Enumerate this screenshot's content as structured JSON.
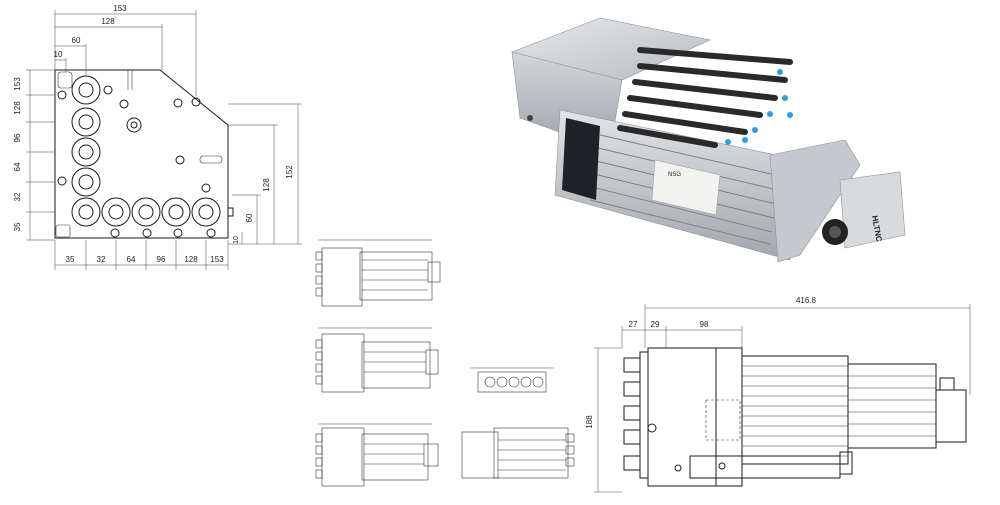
{
  "front_view": {
    "top_dims": [
      "153",
      "128",
      "60",
      "10"
    ],
    "left_dims": [
      "153",
      "128",
      "96",
      "64",
      "32",
      "35"
    ],
    "bottom_dims": [
      "35",
      "32",
      "64",
      "96",
      "128",
      "153"
    ],
    "right_dims": [
      "152",
      "128",
      "60",
      "10"
    ]
  },
  "side_view": {
    "top_dims": [
      "27",
      "29",
      "98",
      "416.8"
    ],
    "height_dim": "188"
  },
  "photo": {
    "label_small": "NSG",
    "brand_mark": "HLTNC"
  },
  "colors": {
    "line": "#1a1a1a",
    "metal": "#c9ccd0",
    "metal_dark": "#8d9196",
    "rod": "#2a2a2a",
    "fitting": "#2aa0e0"
  }
}
